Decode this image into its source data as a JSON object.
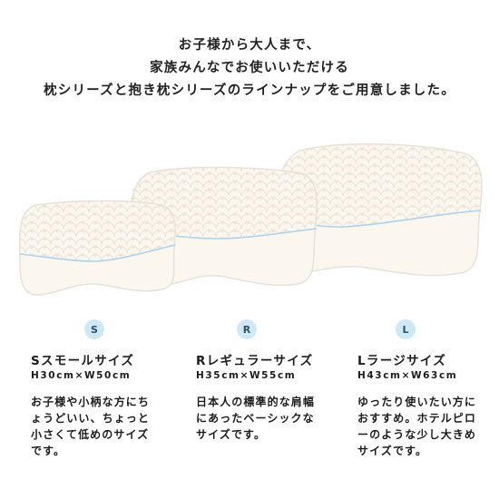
{
  "headline": {
    "line1": "お子様から大人まで、",
    "line2": "家族みんなでお使いいただける",
    "line3": "枕シリーズと抱き枕シリーズのラインナップをご用意しました。"
  },
  "colors": {
    "pillow_fill": "#fbf7ef",
    "pillow_edge": "#e6e2da",
    "pillow_pattern": "#e9e1d2",
    "piping": "#a9d4ef",
    "badge_bg": "#cfe8f6"
  },
  "sizes": [
    {
      "badge": "S",
      "name": "Sスモールサイズ",
      "dims": "H30cm×W50cm",
      "desc": [
        "お子様や小柄な方にち",
        "ょうどいい、ちょっと",
        "小さくて低めのサイズ",
        "です。"
      ]
    },
    {
      "badge": "R",
      "name": "Rレギュラーサイズ",
      "dims": "H35cm×W55cm",
      "desc": [
        "日本人の標準的な肩幅",
        "にあったベーシックな",
        "サイズです。"
      ]
    },
    {
      "badge": "L",
      "name": "Lラージサイズ",
      "dims": "H43cm×W63cm",
      "desc": [
        "ゆったり使いたい方に",
        "おすすめ。ホテルピロ",
        "ーのような少し大きめ",
        "サイズです。"
      ]
    }
  ]
}
